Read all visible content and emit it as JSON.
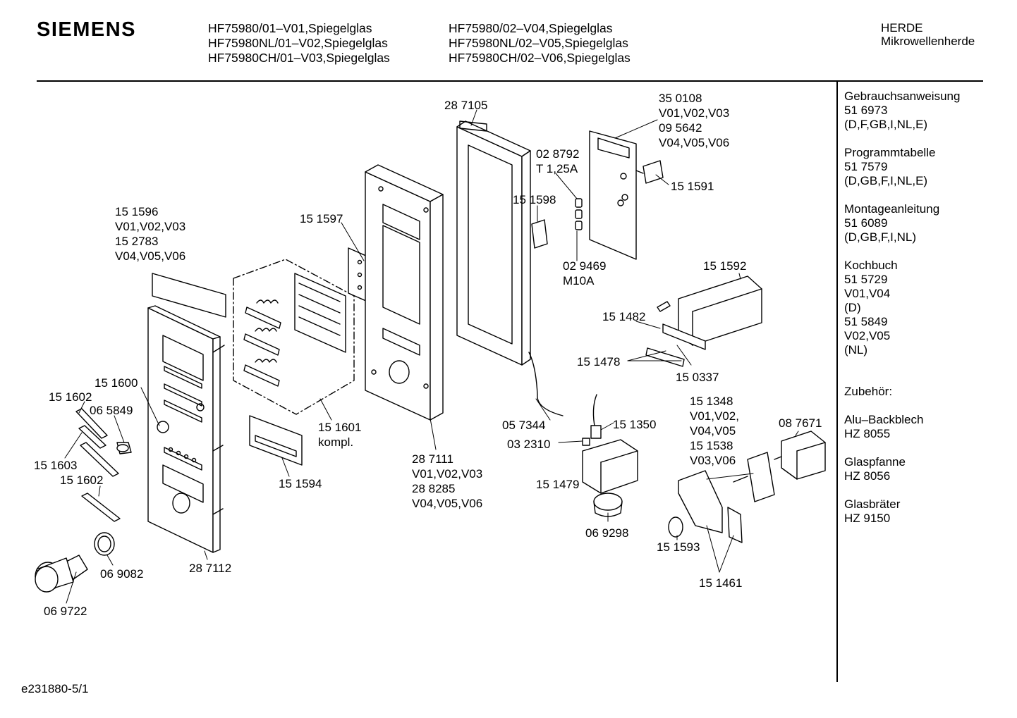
{
  "header": {
    "brand": "SIEMENS",
    "models_col1": [
      "HF75980/01–V01,Spiegelglas",
      "HF75980NL/01–V02,Spiegelglas",
      "HF75980CH/01–V03,Spiegelglas"
    ],
    "models_col2": [
      "HF75980/02–V04,Spiegelglas",
      "HF75980NL/02–V05,Spiegelglas",
      "HF75980CH/02–V06,Spiegelglas"
    ],
    "category": [
      "HERDE",
      "Mikrowellenherde"
    ]
  },
  "sidebar": {
    "docs": [
      {
        "lines": [
          "Gebrauchsanweisung",
          "51 6973",
          "(D,F,GB,I,NL,E)"
        ]
      },
      {
        "lines": [
          "Programmtabelle",
          "51 7579",
          "(D,GB,F,I,NL,E)"
        ]
      },
      {
        "lines": [
          "Montageanleitung",
          "51 6089",
          "(D,GB,F,I,NL)"
        ]
      },
      {
        "lines": [
          "Kochbuch",
          "51 5729",
          "V01,V04",
          "(D)",
          "51 5849",
          "V02,V05",
          "(NL)"
        ]
      }
    ],
    "accessories_title": "Zubehör:",
    "accessories": [
      {
        "lines": [
          "Alu–Backblech",
          "HZ 8055"
        ]
      },
      {
        "lines": [
          "Glaspfanne",
          "HZ 8056"
        ]
      },
      {
        "lines": [
          "Glasbräter",
          "HZ 9150"
        ]
      }
    ]
  },
  "parts": {
    "p287105": "28 7105",
    "p350108": [
      "35 0108",
      "V01,V02,V03",
      "09 5642",
      "V04,V05,V06"
    ],
    "p028792": [
      "02 8792",
      "T 1,25A"
    ],
    "p151598": "15 1598",
    "p151591": "15 1591",
    "p029469": [
      "02 9469",
      "M10A"
    ],
    "p151596": [
      "15 1596",
      "V01,V02,V03",
      "15 2783",
      "V04,V05,V06"
    ],
    "p151597": "15 1597",
    "p151592": "15 1592",
    "p151482": "15 1482",
    "p151478": "15 1478",
    "p150337": "15 0337",
    "p151600": "15 1600",
    "p151602a": "15 1602",
    "p065849": "06 5849",
    "p151603": "15 1603",
    "p151602b": "15 1602",
    "p151601": [
      "15 1601",
      "kompl."
    ],
    "p287111": [
      "28 7111",
      "V01,V02,V03",
      "28 8285",
      "V04,V05,V06"
    ],
    "p057344": "05 7344",
    "p151350": "15 1350",
    "p032310": "03 2310",
    "p151348": [
      "15 1348",
      "V01,V02,",
      "V04,V05",
      "15 1538",
      "V03,V06"
    ],
    "p087671": "08 7671",
    "p151594": "15 1594",
    "p151479": "15 1479",
    "p069298": "06 9298",
    "p151593": "15 1593",
    "p151461": "15 1461",
    "p287112": "28 7112",
    "p069082": "06 9082",
    "p069722": "06 9722"
  },
  "footer": "e231880-5/1"
}
